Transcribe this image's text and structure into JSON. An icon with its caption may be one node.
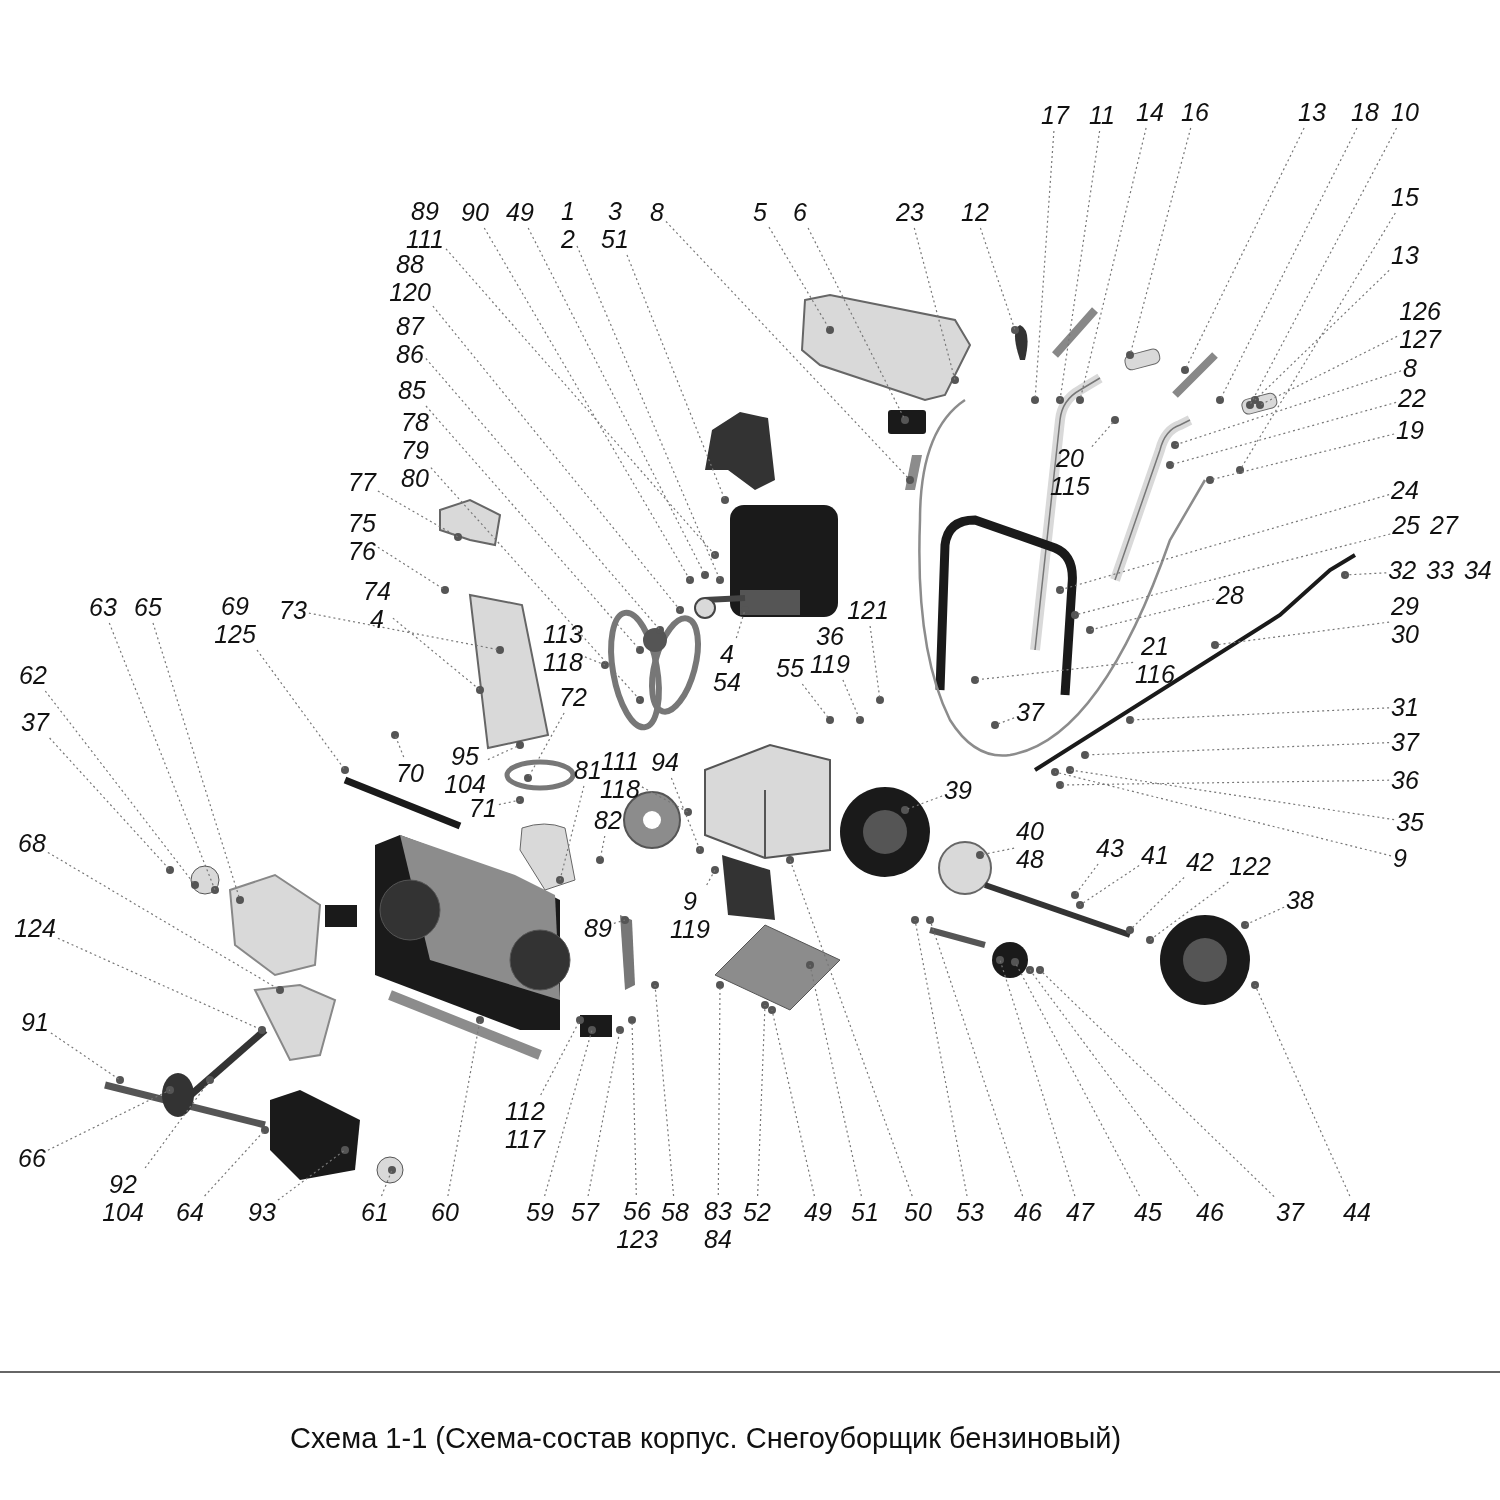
{
  "diagram": {
    "caption": "Схема 1-1 (Схема-состав корпус. Снегоуборщик бензиновый)",
    "nodes": [
      {
        "text": [
          "89",
          "111"
        ]
      },
      {
        "text": [
          "90"
        ]
      },
      {
        "text": [
          "49"
        ]
      },
      {
        "text": [
          "1",
          "2"
        ]
      },
      {
        "text": [
          "3",
          "51"
        ]
      },
      {
        "text": [
          "8"
        ]
      },
      {
        "text": [
          "5"
        ]
      },
      {
        "text": [
          "6"
        ]
      },
      {
        "text": [
          "23"
        ]
      },
      {
        "text": [
          "12"
        ]
      },
      {
        "text": [
          "17"
        ]
      },
      {
        "text": [
          "11"
        ]
      },
      {
        "text": [
          "14"
        ]
      },
      {
        "text": [
          "16"
        ]
      },
      {
        "text": [
          "13"
        ]
      },
      {
        "text": [
          "18"
        ]
      },
      {
        "text": [
          "10"
        ]
      },
      {
        "text": [
          "15"
        ]
      },
      {
        "text": [
          "13"
        ]
      },
      {
        "text": [
          "126",
          "127"
        ]
      },
      {
        "text": [
          "8"
        ]
      },
      {
        "text": [
          "22"
        ]
      },
      {
        "text": [
          "19"
        ]
      },
      {
        "text": [
          "24"
        ]
      },
      {
        "text": [
          "25",
          "27"
        ]
      },
      {
        "text": [
          "32",
          "33",
          "34"
        ]
      },
      {
        "text": [
          "28"
        ]
      },
      {
        "text": [
          "29",
          "30"
        ]
      },
      {
        "text": [
          "21",
          "116"
        ]
      },
      {
        "text": [
          "20",
          "115"
        ]
      },
      {
        "text": [
          "88",
          "120"
        ]
      },
      {
        "text": [
          "87",
          "86"
        ]
      },
      {
        "text": [
          "85"
        ]
      },
      {
        "text": [
          "78",
          "79",
          "80"
        ]
      },
      {
        "text": [
          "77"
        ]
      },
      {
        "text": [
          "75",
          "76"
        ]
      },
      {
        "text": [
          "74",
          "4"
        ]
      },
      {
        "text": [
          "113",
          "118"
        ]
      },
      {
        "text": [
          "4",
          "54"
        ]
      },
      {
        "text": [
          "36",
          "119"
        ]
      },
      {
        "text": [
          "55"
        ]
      },
      {
        "text": [
          "121"
        ]
      },
      {
        "text": [
          "37"
        ]
      },
      {
        "text": [
          "31"
        ]
      },
      {
        "text": [
          "37"
        ]
      },
      {
        "text": [
          "36"
        ]
      },
      {
        "text": [
          "35"
        ]
      },
      {
        "text": [
          "9"
        ]
      },
      {
        "text": [
          "39"
        ]
      },
      {
        "text": [
          "40",
          "48"
        ]
      },
      {
        "text": [
          "43"
        ]
      },
      {
        "text": [
          "41"
        ]
      },
      {
        "text": [
          "42"
        ]
      },
      {
        "text": [
          "122"
        ]
      },
      {
        "text": [
          "38"
        ]
      },
      {
        "text": [
          "44"
        ]
      },
      {
        "text": [
          "37"
        ]
      },
      {
        "text": [
          "46"
        ]
      },
      {
        "text": [
          "45"
        ]
      },
      {
        "text": [
          "47"
        ]
      },
      {
        "text": [
          "46"
        ]
      },
      {
        "text": [
          "53"
        ]
      },
      {
        "text": [
          "50"
        ]
      },
      {
        "text": [
          "51"
        ]
      },
      {
        "text": [
          "49"
        ]
      },
      {
        "text": [
          "52"
        ]
      },
      {
        "text": [
          "83",
          "84"
        ]
      },
      {
        "text": [
          "58"
        ]
      },
      {
        "text": [
          "56",
          "123"
        ]
      },
      {
        "text": [
          "57"
        ]
      },
      {
        "text": [
          "59"
        ]
      },
      {
        "text": [
          "60"
        ]
      },
      {
        "text": [
          "61"
        ]
      },
      {
        "text": [
          "93"
        ]
      },
      {
        "text": [
          "64"
        ]
      },
      {
        "text": [
          "92",
          "104"
        ]
      },
      {
        "text": [
          "66"
        ]
      },
      {
        "text": [
          "91"
        ]
      },
      {
        "text": [
          "124"
        ]
      },
      {
        "text": [
          "68"
        ]
      },
      {
        "text": [
          "37"
        ]
      },
      {
        "text": [
          "62"
        ]
      },
      {
        "text": [
          "63"
        ]
      },
      {
        "text": [
          "65"
        ]
      },
      {
        "text": [
          "69",
          "125"
        ]
      },
      {
        "text": [
          "73"
        ]
      },
      {
        "text": [
          "70"
        ]
      },
      {
        "text": [
          "95",
          "104"
        ]
      },
      {
        "text": [
          "72"
        ]
      },
      {
        "text": [
          "71"
        ]
      },
      {
        "text": [
          "81"
        ]
      },
      {
        "text": [
          "111",
          "118"
        ]
      },
      {
        "text": [
          "94"
        ]
      },
      {
        "text": [
          "82"
        ]
      },
      {
        "text": [
          "89"
        ]
      },
      {
        "text": [
          "9",
          "119"
        ]
      },
      {
        "text": [
          "112",
          "117"
        ]
      }
    ],
    "edges": [
      {
        "from": 0,
        "to": null,
        "arrow": "none"
      },
      {
        "from": 1,
        "to": null,
        "arrow": "none"
      },
      {
        "from": 2,
        "to": null,
        "arrow": "none"
      },
      {
        "from": 3,
        "to": null,
        "arrow": "none"
      },
      {
        "from": 4,
        "to": null,
        "arrow": "none"
      },
      {
        "from": 5,
        "to": null,
        "arrow": "none"
      },
      {
        "from": 6,
        "to": null,
        "arrow": "none"
      },
      {
        "from": 7,
        "to": null,
        "arrow": "none"
      },
      {
        "from": 8,
        "to": null,
        "arrow": "none"
      },
      {
        "from": 9,
        "to": null,
        "arrow": "none"
      },
      {
        "from": 10,
        "to": null,
        "arrow": "none"
      },
      {
        "from": 11,
        "to": null,
        "arrow": "none"
      },
      {
        "from": 12,
        "to": null,
        "arrow": "none"
      },
      {
        "from": 13,
        "to": null,
        "arrow": "none"
      },
      {
        "from": 14,
        "to": null,
        "arrow": "none"
      },
      {
        "from": 15,
        "to": null,
        "arrow": "none"
      },
      {
        "from": 16,
        "to": null,
        "arrow": "none"
      },
      {
        "from": 17,
        "to": null,
        "arrow": "none"
      },
      {
        "from": 18,
        "to": null,
        "arrow": "none"
      },
      {
        "from": 19,
        "to": null,
        "arrow": "none"
      },
      {
        "from": 20,
        "to": null,
        "arrow": "none"
      },
      {
        "from": 21,
        "to": null,
        "arrow": "none"
      },
      {
        "from": 22,
        "to": null,
        "arrow": "none"
      },
      {
        "from": 23,
        "to": null,
        "arrow": "none"
      },
      {
        "from": 24,
        "to": null,
        "arrow": "none"
      },
      {
        "from": 25,
        "to": null,
        "arrow": "none"
      },
      {
        "from": 26,
        "to": null,
        "arrow": "none"
      },
      {
        "from": 27,
        "to": null,
        "arrow": "none"
      },
      {
        "from": 28,
        "to": null,
        "arrow": "none"
      },
      {
        "from": 29,
        "to": null,
        "arrow": "none"
      },
      {
        "from": 30,
        "to": null,
        "arrow": "none"
      },
      {
        "from": 31,
        "to": null,
        "arrow": "none"
      },
      {
        "from": 32,
        "to": null,
        "arrow": "none"
      },
      {
        "from": 33,
        "to": null,
        "arrow": "none"
      },
      {
        "from": 34,
        "to": null,
        "arrow": "none"
      },
      {
        "from": 35,
        "to": null,
        "arrow": "none"
      },
      {
        "from": 36,
        "to": null,
        "arrow": "none"
      },
      {
        "from": 37,
        "to": null,
        "arrow": "none"
      },
      {
        "from": 38,
        "to": null,
        "arrow": "none"
      },
      {
        "from": 39,
        "to": null,
        "arrow": "none"
      },
      {
        "from": 40,
        "to": null,
        "arrow": "none"
      },
      {
        "from": 41,
        "to": null,
        "arrow": "none"
      },
      {
        "from": 42,
        "to": null,
        "arrow": "none"
      },
      {
        "from": 43,
        "to": null,
        "arrow": "none"
      },
      {
        "from": 44,
        "to": null,
        "arrow": "none"
      },
      {
        "from": 45,
        "to": null,
        "arrow": "none"
      },
      {
        "from": 46,
        "to": null,
        "arrow": "none"
      },
      {
        "from": 47,
        "to": null,
        "arrow": "none"
      },
      {
        "from": 48,
        "to": null,
        "arrow": "none"
      },
      {
        "from": 49,
        "to": null,
        "arrow": "none"
      },
      {
        "from": 50,
        "to": null,
        "arrow": "none"
      },
      {
        "from": 51,
        "to": null,
        "arrow": "none"
      },
      {
        "from": 52,
        "to": null,
        "arrow": "none"
      },
      {
        "from": 53,
        "to": null,
        "arrow": "none"
      },
      {
        "from": 54,
        "to": null,
        "arrow": "none"
      },
      {
        "from": 55,
        "to": null,
        "arrow": "none"
      },
      {
        "from": 56,
        "to": null,
        "arrow": "none"
      },
      {
        "from": 57,
        "to": null,
        "arrow": "none"
      },
      {
        "from": 58,
        "to": null,
        "arrow": "none"
      },
      {
        "from": 59,
        "to": null,
        "arrow": "none"
      },
      {
        "from": 60,
        "to": null,
        "arrow": "none"
      },
      {
        "from": 61,
        "to": null,
        "arrow": "none"
      },
      {
        "from": 62,
        "to": null,
        "arrow": "none"
      },
      {
        "from": 63,
        "to": null,
        "arrow": "none"
      },
      {
        "from": 64,
        "to": null,
        "arrow": "none"
      },
      {
        "from": 65,
        "to": null,
        "arrow": "none"
      },
      {
        "from": 66,
        "to": null,
        "arrow": "none"
      },
      {
        "from": 67,
        "to": null,
        "arrow": "none"
      },
      {
        "from": 68,
        "to": null,
        "arrow": "none"
      },
      {
        "from": 69,
        "to": null,
        "arrow": "none"
      },
      {
        "from": 70,
        "to": null,
        "arrow": "none"
      },
      {
        "from": 71,
        "to": null,
        "arrow": "none"
      },
      {
        "from": 72,
        "to": null,
        "arrow": "none"
      },
      {
        "from": 73,
        "to": null,
        "arrow": "none"
      },
      {
        "from": 74,
        "to": null,
        "arrow": "none"
      },
      {
        "from": 75,
        "to": null,
        "arrow": "none"
      },
      {
        "from": 76,
        "to": null,
        "arrow": "none"
      },
      {
        "from": 77,
        "to": null,
        "arrow": "none"
      },
      {
        "from": 78,
        "to": null,
        "arrow": "none"
      },
      {
        "from": 79,
        "to": null,
        "arrow": "none"
      },
      {
        "from": 80,
        "to": null,
        "arrow": "none"
      },
      {
        "from": 81,
        "to": null,
        "arrow": "none"
      },
      {
        "from": 82,
        "to": null,
        "arrow": "none"
      },
      {
        "from": 83,
        "to": null,
        "arrow": "none"
      },
      {
        "from": 84,
        "to": null,
        "arrow": "none"
      },
      {
        "from": 85,
        "to": null,
        "arrow": "none"
      },
      {
        "from": 86,
        "to": null,
        "arrow": "none"
      },
      {
        "from": 87,
        "to": null,
        "arrow": "none"
      },
      {
        "from": 88,
        "to": null,
        "arrow": "none"
      },
      {
        "from": 89,
        "to": null,
        "arrow": "none"
      },
      {
        "from": 90,
        "to": null,
        "arrow": "none"
      },
      {
        "from": 91,
        "to": null,
        "arrow": "none"
      },
      {
        "from": 92,
        "to": null,
        "arrow": "none"
      },
      {
        "from": 93,
        "to": null,
        "arrow": "none"
      },
      {
        "from": 94,
        "to": null,
        "arrow": "none"
      },
      {
        "from": 95,
        "to": null,
        "arrow": "none"
      },
      {
        "from": 96,
        "to": null,
        "arrow": "none"
      }
    ]
  }
}
